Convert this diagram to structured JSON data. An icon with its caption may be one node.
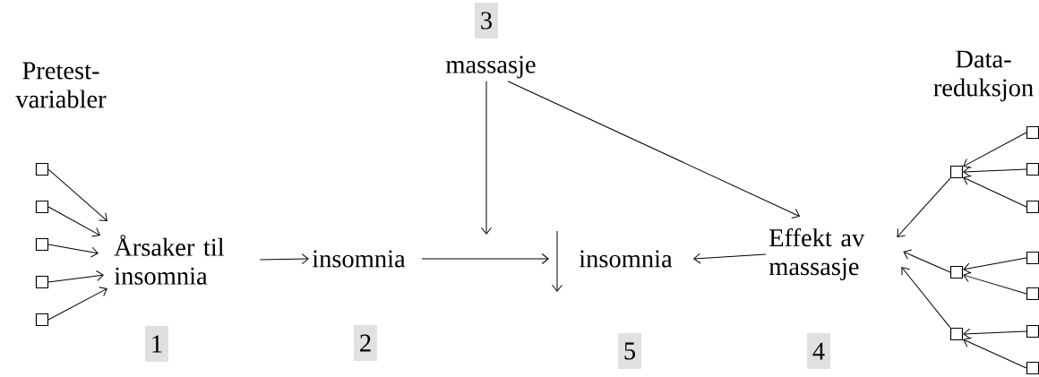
{
  "diagram": {
    "nodes": [
      {
        "text": [
          "Årsaker til insomnia"
        ]
      },
      {
        "text": [
          "insomnia"
        ]
      },
      {
        "text": [
          "massasje"
        ]
      },
      {
        "text": [
          "insomnia"
        ]
      },
      {
        "text": [
          "Effekt av massasje"
        ]
      },
      {
        "text": [],
        "shape": "box"
      },
      {
        "text": [],
        "shape": "box"
      },
      {
        "text": [],
        "shape": "box"
      },
      {
        "text": [],
        "shape": "box"
      },
      {
        "text": [],
        "shape": "box"
      },
      {
        "text": [],
        "shape": "box"
      },
      {
        "text": [],
        "shape": "box"
      },
      {
        "text": [],
        "shape": "box"
      },
      {
        "text": [],
        "shape": "box"
      },
      {
        "text": [],
        "shape": "box"
      },
      {
        "text": [],
        "shape": "box"
      },
      {
        "text": [],
        "shape": "box"
      },
      {
        "text": [],
        "shape": "box"
      },
      {
        "text": [],
        "shape": "box"
      },
      {
        "text": [],
        "shape": "box"
      }
    ],
    "edges": [
      {
        "from": 5,
        "to": 0,
        "arrow": "to"
      },
      {
        "from": 6,
        "to": 0,
        "arrow": "to"
      },
      {
        "from": 7,
        "to": 0,
        "arrow": "to"
      },
      {
        "from": 8,
        "to": 0,
        "arrow": "to"
      },
      {
        "from": 9,
        "to": 0,
        "arrow": "to"
      },
      {
        "from": 0,
        "to": 1,
        "arrow": "to"
      },
      {
        "from": 1,
        "to": 3,
        "arrow": "to"
      },
      {
        "from": 2,
        "to": null,
        "arrow": "to"
      },
      {
        "from": 2,
        "to": 4,
        "arrow": "to"
      },
      {
        "from": 4,
        "to": 3,
        "arrow": "to"
      },
      {
        "from": 10,
        "to": 4,
        "arrow": "to"
      },
      {
        "from": 11,
        "to": 4,
        "arrow": "to"
      },
      {
        "from": 12,
        "to": 4,
        "arrow": "to"
      },
      {
        "from": 13,
        "to": 10,
        "arrow": "to"
      },
      {
        "from": 14,
        "to": 10,
        "arrow": "to"
      },
      {
        "from": 15,
        "to": 10,
        "arrow": "to"
      },
      {
        "from": 16,
        "to": 11,
        "arrow": "to"
      },
      {
        "from": 17,
        "to": 11,
        "arrow": "to"
      },
      {
        "from": 18,
        "to": 12,
        "arrow": "to"
      },
      {
        "from": 19,
        "to": 12,
        "arrow": "to"
      }
    ],
    "labels": [
      "3",
      "Pretest- variabler",
      "Data- reduksjon",
      "1",
      "2",
      "5",
      "4"
    ]
  }
}
